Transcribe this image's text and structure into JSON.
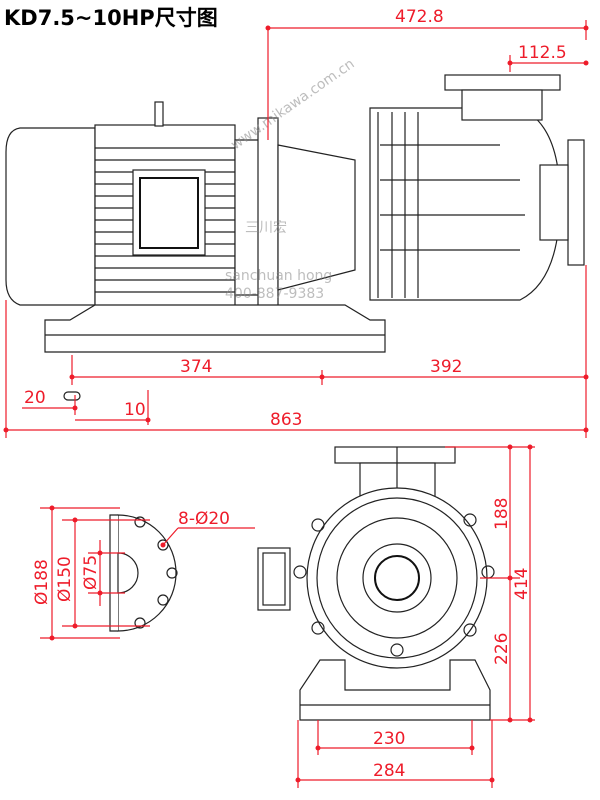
{
  "title": "KD7.5~10HP尺寸图",
  "watermark": {
    "brand": "www.mikawa.com.cn",
    "name_cn": "三川宏",
    "name_en": "sanchuan hong",
    "phone": "400-887-9383"
  },
  "dimensions": {
    "side_view": {
      "overall_top": "472.8",
      "outlet_offset": "112.5",
      "base_left": "374",
      "base_right": "392",
      "slot_offset": "20",
      "slot_width": "10",
      "overall_length": "863"
    },
    "flange_view": {
      "bolts": "8-Ø20",
      "outer_diameter": "Ø188",
      "bolt_circle": "Ø150",
      "bore": "Ø75"
    },
    "front_view": {
      "top_height": "188",
      "bottom_height": "226",
      "total_height": "414",
      "base_inner": "230",
      "base_outer": "284"
    }
  },
  "colors": {
    "dimension": "#ee1c2a",
    "drawing": "#222222"
  }
}
